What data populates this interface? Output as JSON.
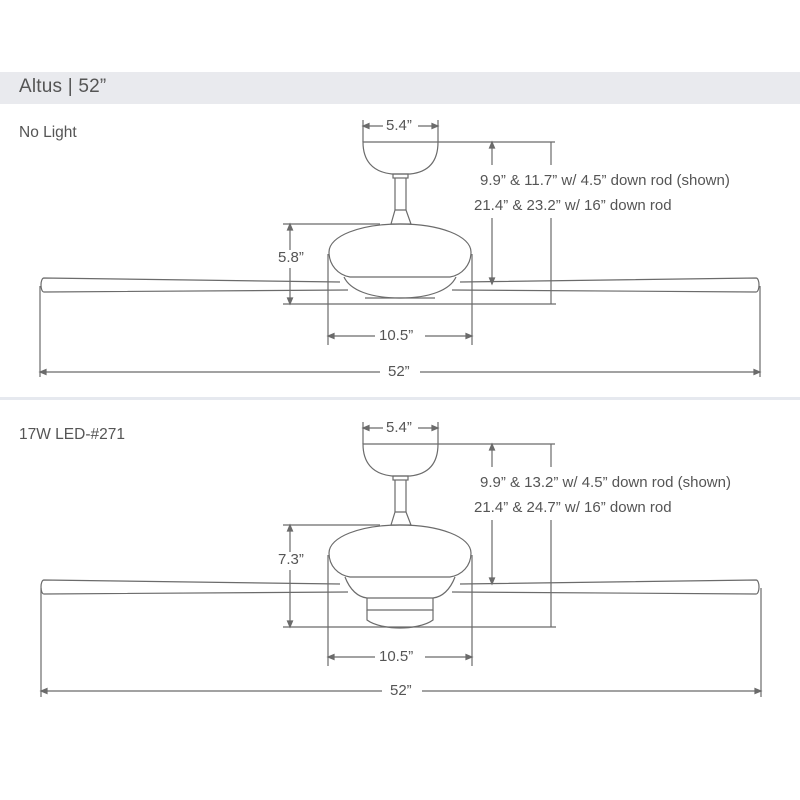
{
  "header": {
    "title": "Altus | 52”",
    "background": "#e9eaee"
  },
  "diagrams": [
    {
      "label": "No Light",
      "canopy_width": "5.4”",
      "body_height": "5.8”",
      "body_width": "10.5”",
      "span": "52”",
      "notes": [
        "9.9”  & 11.7”  w/ 4.5” down rod (shown)",
        "21.4” & 23.2”  w/ 16” down rod"
      ]
    },
    {
      "label": "17W LED-#271",
      "canopy_width": "5.4”",
      "body_height": "7.3”",
      "body_width": "10.5”",
      "span": "52”",
      "notes": [
        "9.9”  & 13.2”  w/ 4.5” down rod (shown)",
        "21.4” & 24.7”  w/ 16” down rod"
      ]
    }
  ],
  "colors": {
    "line": "#6b6b6b",
    "text": "#555555",
    "divider": "#e6e9ef"
  }
}
